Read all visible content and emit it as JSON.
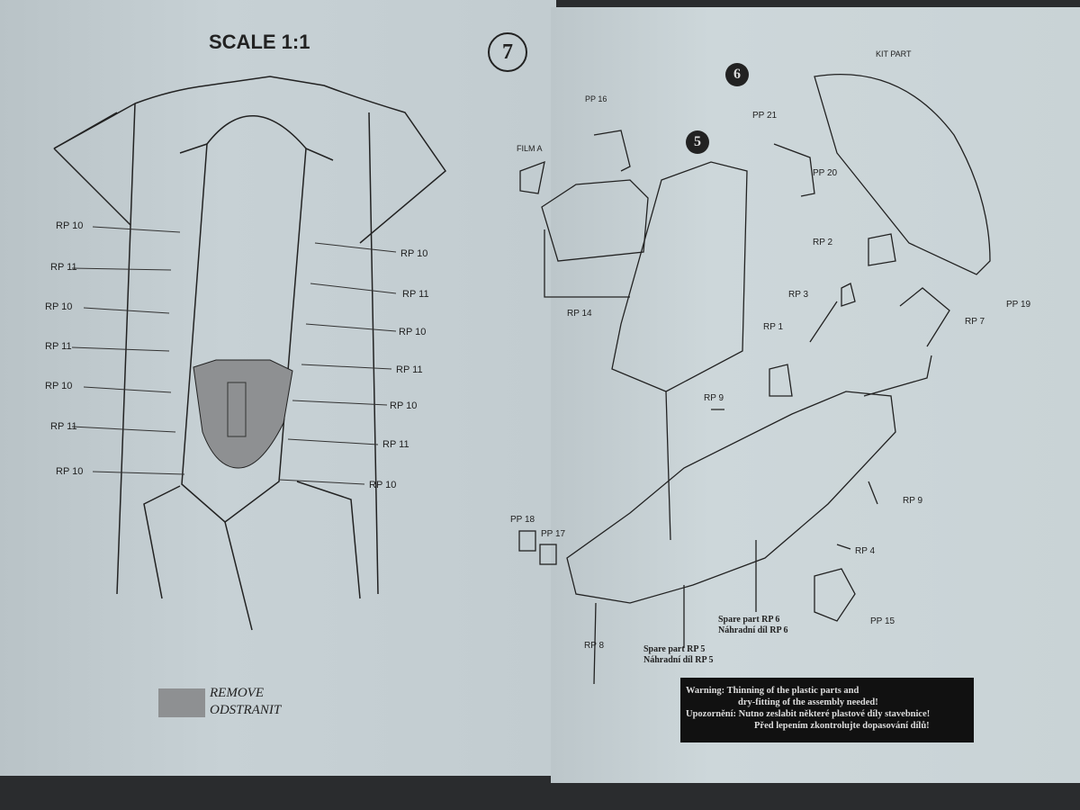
{
  "left_page": {
    "title": "SCALE 1:1",
    "labels_left": [
      "RP 10",
      "RP 11",
      "RP 10",
      "RP 11",
      "RP 10",
      "RP 11",
      "RP 10"
    ],
    "labels_right": [
      "RP 10",
      "RP 11",
      "RP 10",
      "RP 11",
      "RP 10",
      "RP 11",
      "RP 10"
    ],
    "legend": {
      "remove": "REMOVE",
      "odstranit": "ODSTRANIT",
      "swatch_color": "#8e9092"
    }
  },
  "right_page": {
    "step_main": "7",
    "step_seat": "5",
    "step_canopy": "6",
    "parts": [
      "KIT PART",
      "PP 16",
      "FILM A",
      "PP 21",
      "PP 20",
      "RP 14",
      "RP 2",
      "RP 3",
      "PP 19",
      "RP 7",
      "RP 1",
      "RP 9",
      "RP 9",
      "PP 18",
      "PP 17",
      "RP 4",
      "PP 15",
      "RP 8"
    ],
    "spare_rp6": [
      "Spare part RP 6",
      "Náhradní díl RP 6"
    ],
    "spare_rp5": [
      "Spare part RP 5",
      "Náhradní díl RP 5"
    ],
    "warning": [
      "Warning: Thinning of the plastic parts and",
      "dry-fitting of the assembly needed!",
      "Upozornění: Nutno zeslabit některé plastové díly stavebnice!",
      "Před lepením zkontrolujte dopasování dílů!"
    ]
  }
}
